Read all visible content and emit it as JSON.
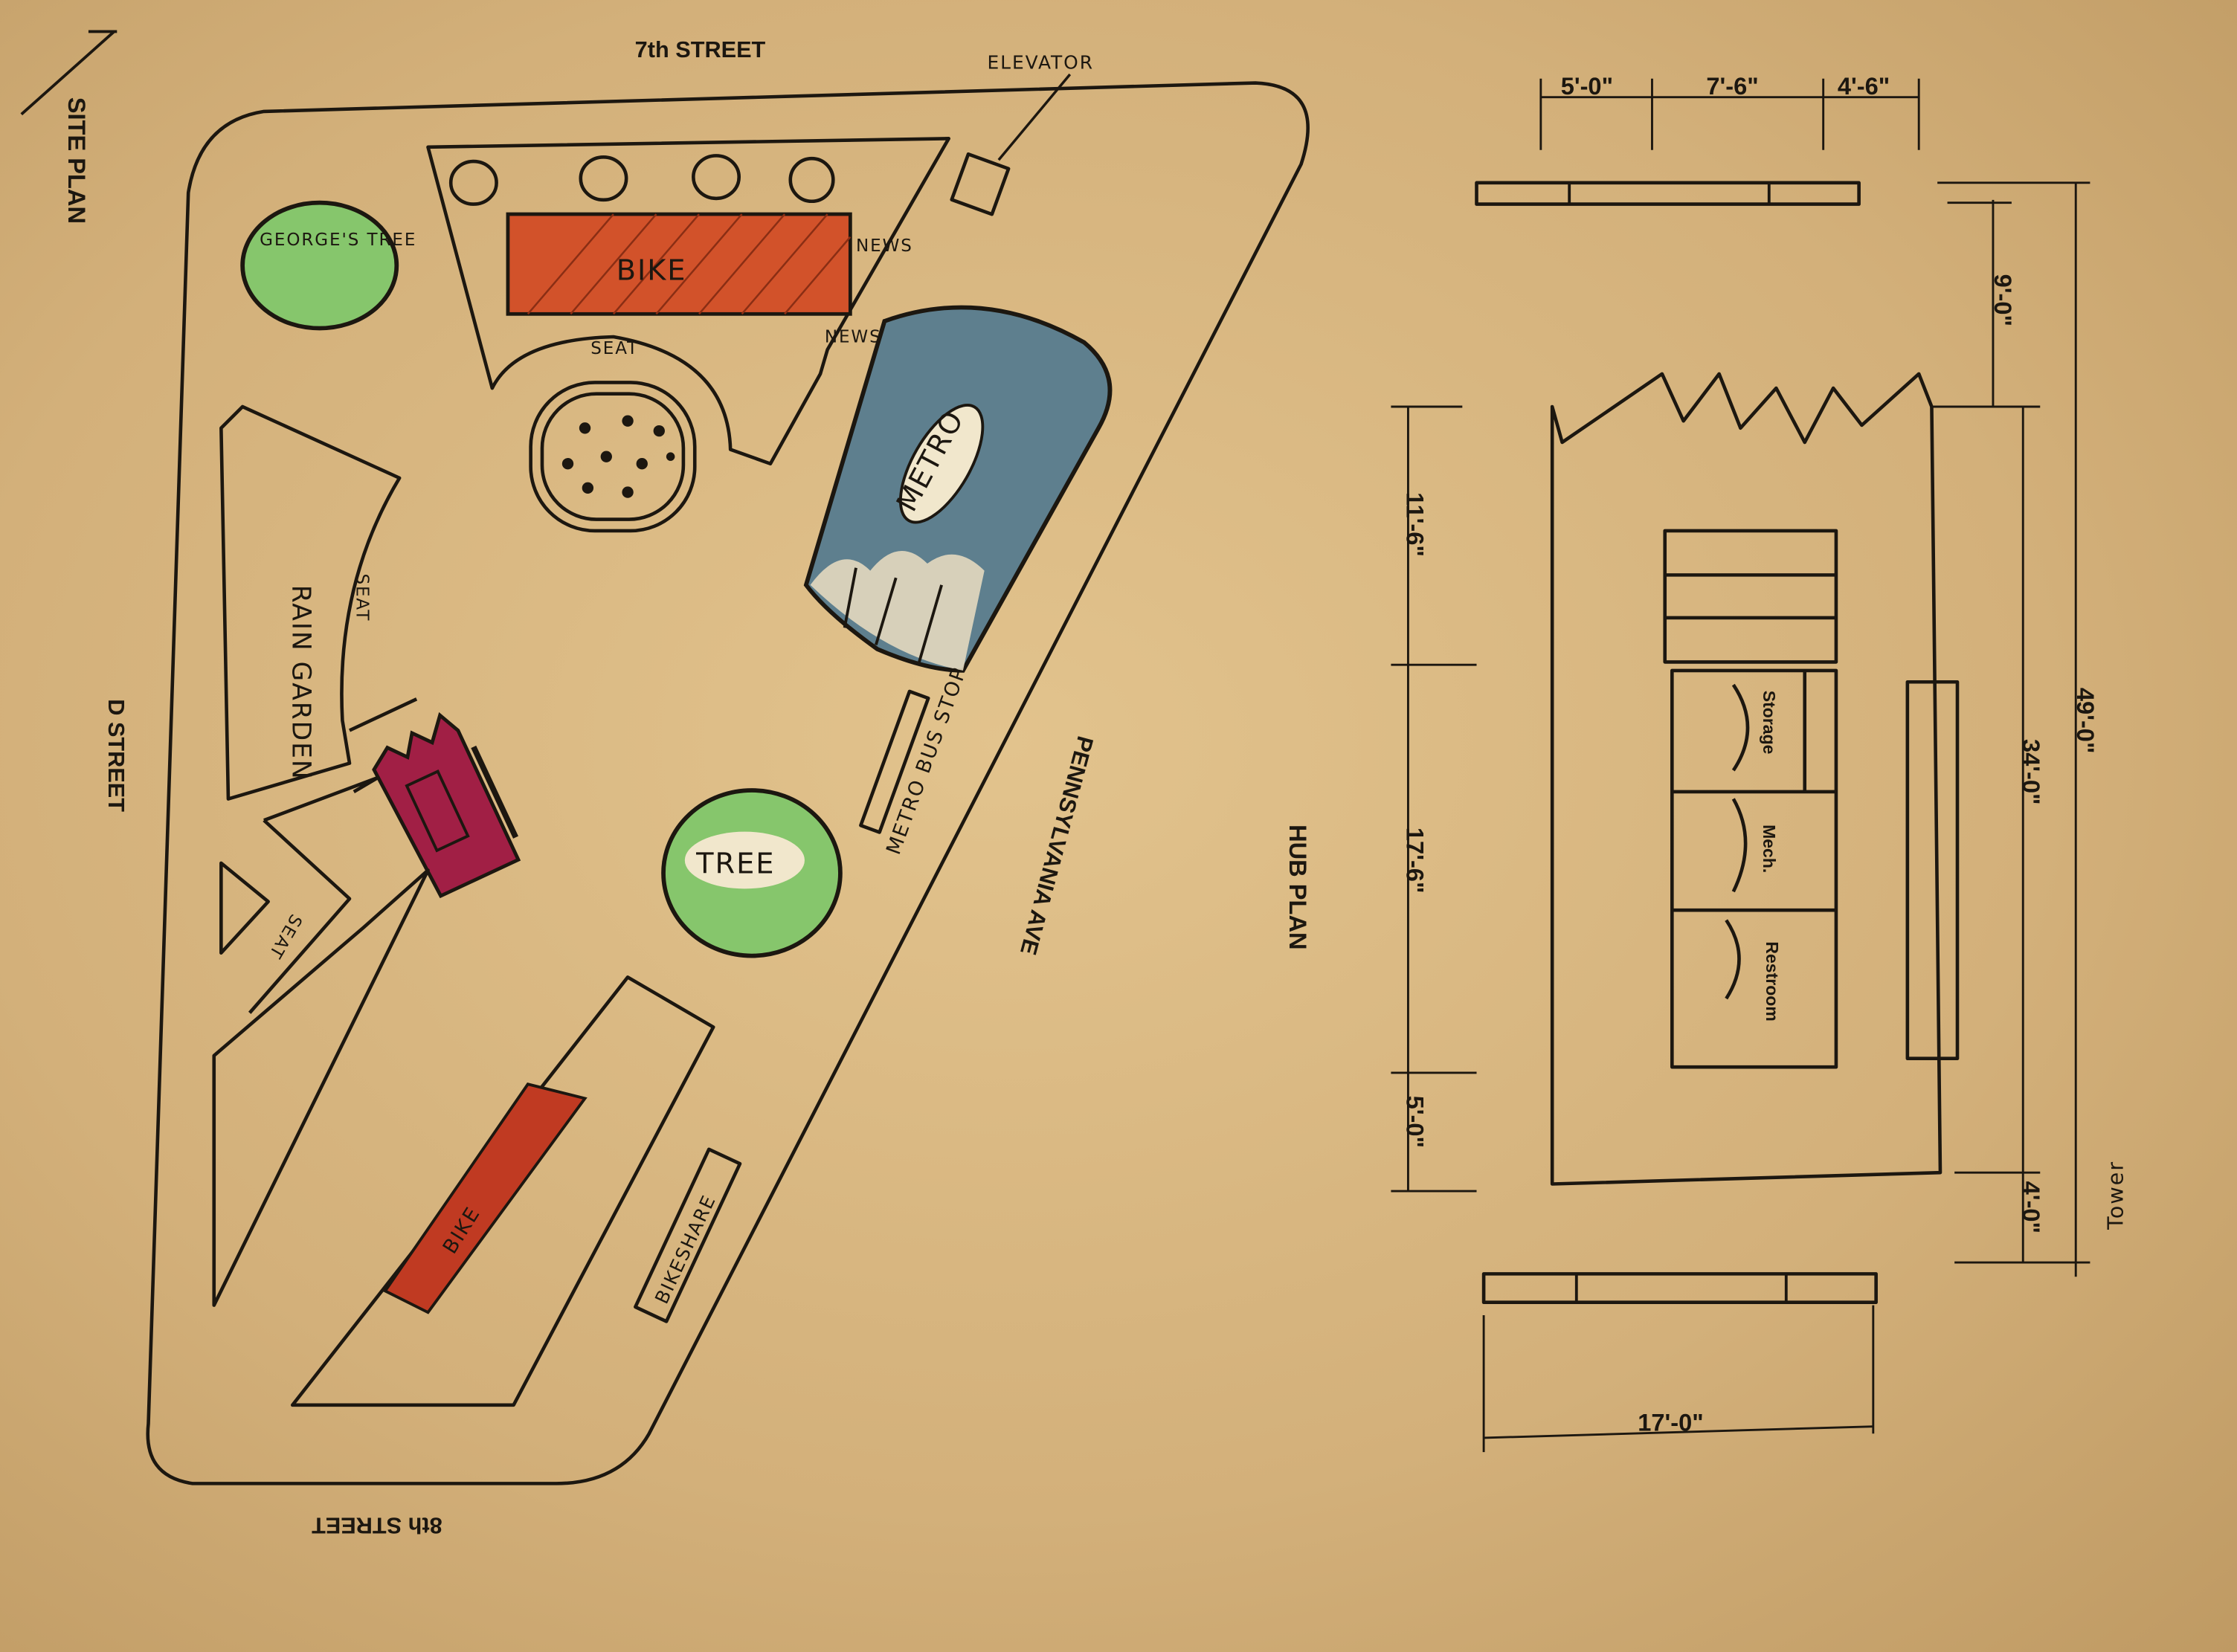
{
  "site_plan": {
    "title": "SITE PLAN",
    "streets": {
      "north": "7th STREET",
      "west": "D STREET",
      "south": "8th STREET",
      "east": "PENNSYLVANIA AVE"
    },
    "labels": {
      "elevator": "ELEVATOR",
      "georges_tree": "GEORGE'S TREE",
      "bike_top": "BIKE",
      "news_1": "NEWS",
      "news_2": "NEWS",
      "seat_top": "SEAT",
      "metro": "METRO",
      "rain_garden": "RAIN GARDEN",
      "seat_rain": "SEAT",
      "seat_triangle": "SEAT",
      "tree": "TREE",
      "metro_bus_stop": "METRO BUS STOP",
      "bike_bottom": "BIKE",
      "bikeshare": "BIKESHARE"
    },
    "colors": {
      "bike": "#d2522a",
      "tree": "#86c66c",
      "metro": "#5e7f8e",
      "hub": "#a11f45"
    }
  },
  "hub_plan": {
    "title": "HUB PLAN",
    "dimensions": {
      "top_1": "5'-0\"",
      "top_2": "7'-6\"",
      "top_3": "4'-6\"",
      "right_top": "9'-0\"",
      "left_1": "11'-6\"",
      "left_2": "17'-6\"",
      "left_3": "5'-0\"",
      "right_mid": "34'-0\"",
      "right_overall": "49'-0\"",
      "right_bottom": "4'-0\"",
      "bottom": "17'-0\""
    },
    "rooms": {
      "storage": "Storage",
      "mech": "Mech.",
      "restroom": "Restroom"
    },
    "tower_note": "Tower"
  }
}
